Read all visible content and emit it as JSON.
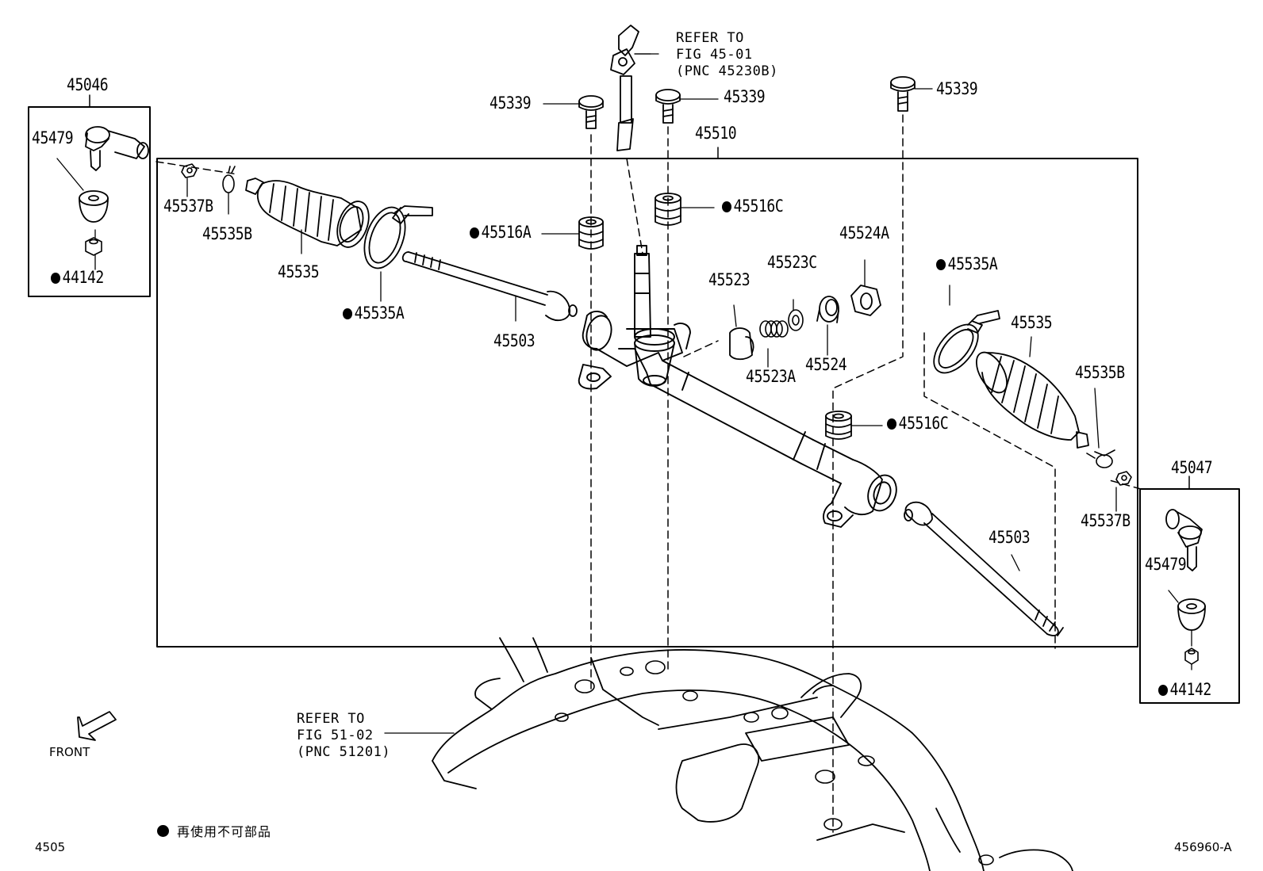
{
  "diagram": {
    "callouts": {
      "p45046": "45046",
      "p45479_left": "45479",
      "p44142_left": "44142",
      "p45537b_left": "45537B",
      "p45535b_left": "45535B",
      "p45535_left": "45535",
      "p45535a_left": "45535A",
      "p45503_left": "45503",
      "p45339_a": "45339",
      "p45339_b": "45339",
      "p45339_c": "45339",
      "p45510": "45510",
      "p45516a": "45516A",
      "p45516c_top": "45516C",
      "p45516c_mid": "45516C",
      "p45523": "45523",
      "p45523c": "45523C",
      "p45524a": "45524A",
      "p45523a": "45523A",
      "p45524": "45524",
      "p45535a_right": "45535A",
      "p45535_right": "45535",
      "p45535b_right": "45535B",
      "p45537b_right": "45537B",
      "p45503_right": "45503",
      "p45047": "45047",
      "p45479_right": "45479",
      "p44142_right": "44142"
    },
    "refer_steering": {
      "line1": "REFER TO",
      "line2": "FIG 45-01",
      "line3": "(PNC 45230B)"
    },
    "refer_frame": {
      "line1": "REFER TO",
      "line2": "FIG 51-02",
      "line3": "(PNC 51201)"
    },
    "front_label": "FRONT",
    "legend_note": "再使用不可部品",
    "page_code": "4505",
    "figure_code": "456960-A"
  }
}
